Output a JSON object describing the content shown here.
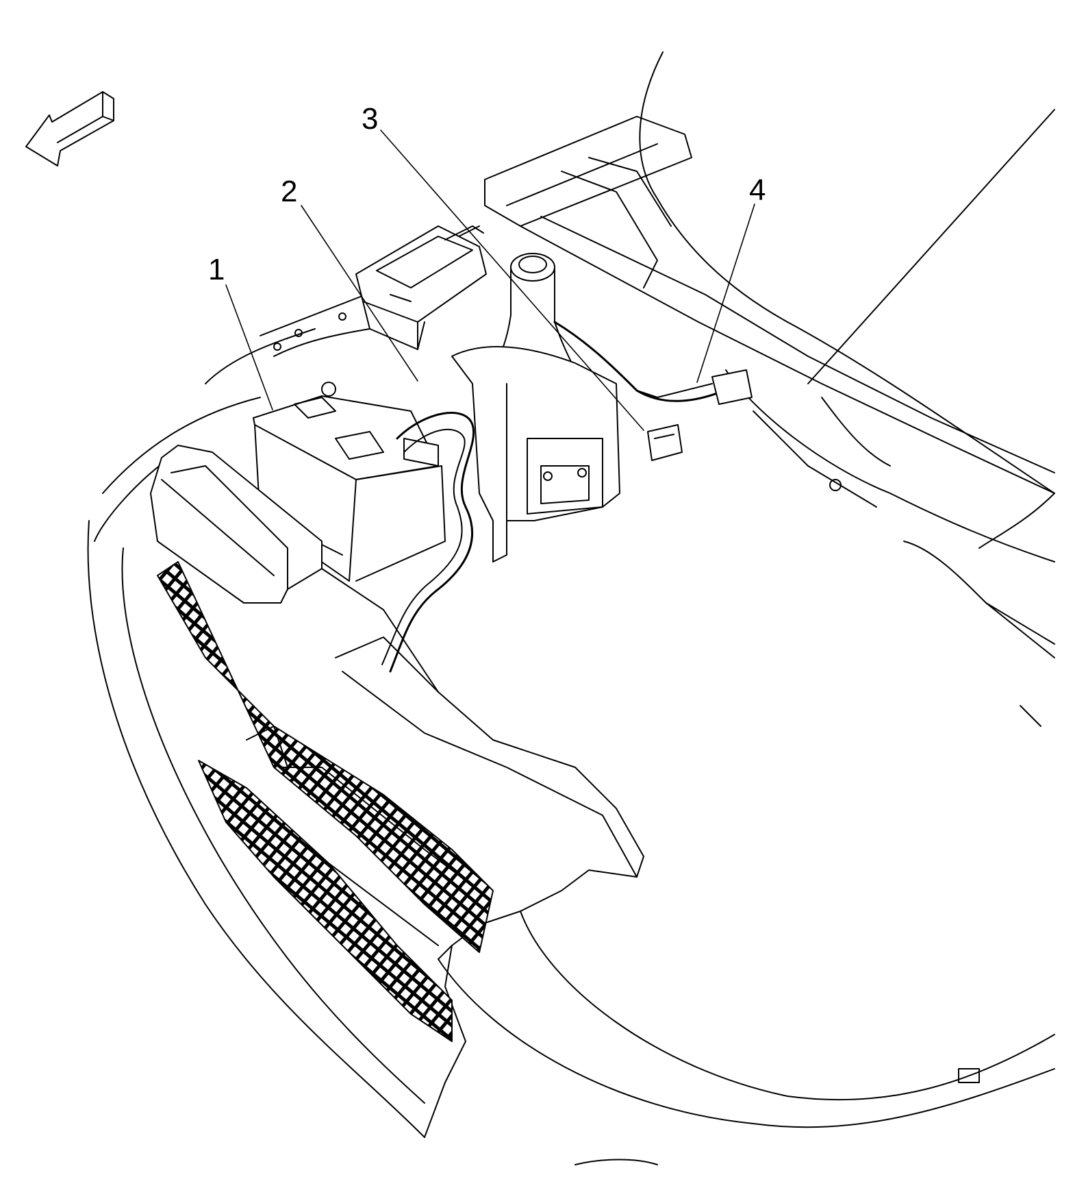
{
  "diagram": {
    "callouts": [
      {
        "id": "1",
        "label": "1"
      },
      {
        "id": "2",
        "label": "2"
      },
      {
        "id": "3",
        "label": "3"
      },
      {
        "id": "4",
        "label": "4"
      }
    ],
    "components": [
      "battery",
      "battery-harness-connector",
      "wiper-module-connector",
      "harness-connector",
      "underhood-fuse-block",
      "washer-fluid-reservoir",
      "front-bumper-fascia",
      "grille-mesh",
      "hood-panel",
      "front-direction-arrow"
    ],
    "colors": {
      "line": "#000000",
      "background": "#ffffff"
    }
  }
}
